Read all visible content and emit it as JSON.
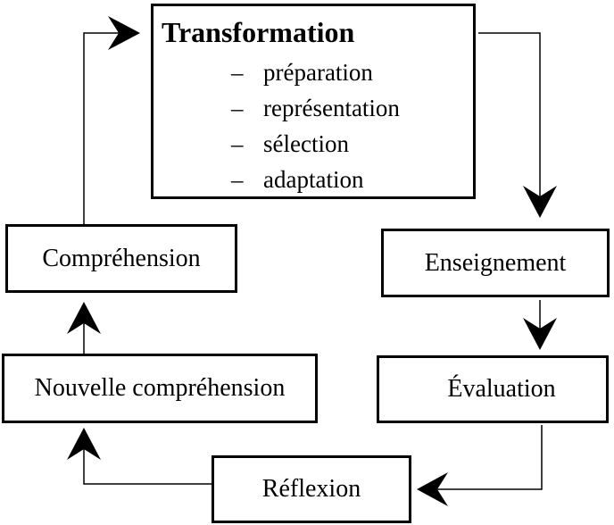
{
  "diagram": {
    "transformation": {
      "title": "Transformation",
      "items": [
        {
          "dash": "–",
          "label": "préparation"
        },
        {
          "dash": "–",
          "label": "représentation"
        },
        {
          "dash": "–",
          "label": "sélection"
        },
        {
          "dash": "–",
          "label": "adaptation"
        }
      ]
    },
    "enseignement": "Enseignement",
    "evaluation": "Évaluation",
    "reflexion": "Réflexion",
    "nouvelle_comprehension": "Nouvelle compréhension",
    "comprehension": "Compréhension"
  },
  "colors": {
    "stroke": "#000000",
    "background": "#ffffff"
  }
}
